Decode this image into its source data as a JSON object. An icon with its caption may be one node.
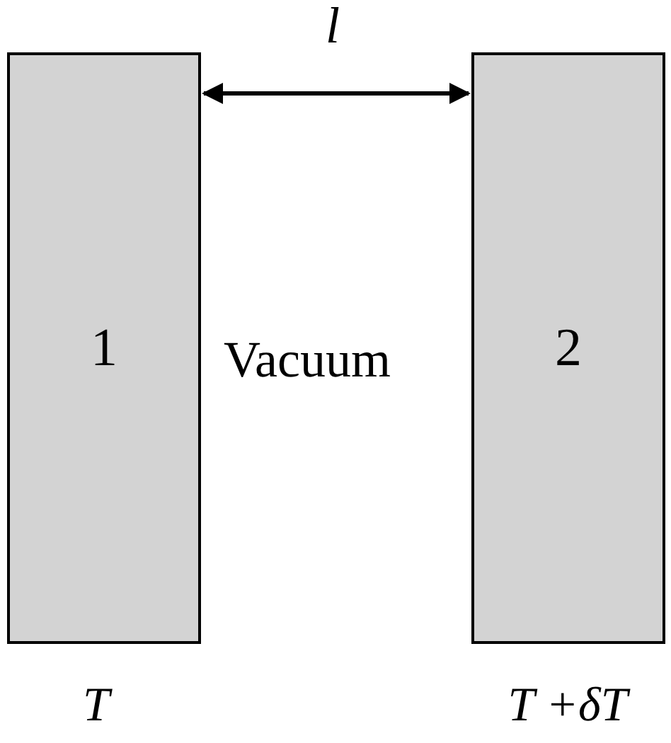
{
  "diagram": {
    "nodes": [
      {
        "text": [
          "1"
        ],
        "beside": [
          "T"
        ]
      },
      {
        "text": [
          "2"
        ],
        "beside": [
          "T +δT"
        ]
      }
    ],
    "edges": [
      {
        "from": 0,
        "to": 1,
        "arrow": "both",
        "label": "l"
      }
    ],
    "labels": [
      "Vacuum"
    ]
  }
}
